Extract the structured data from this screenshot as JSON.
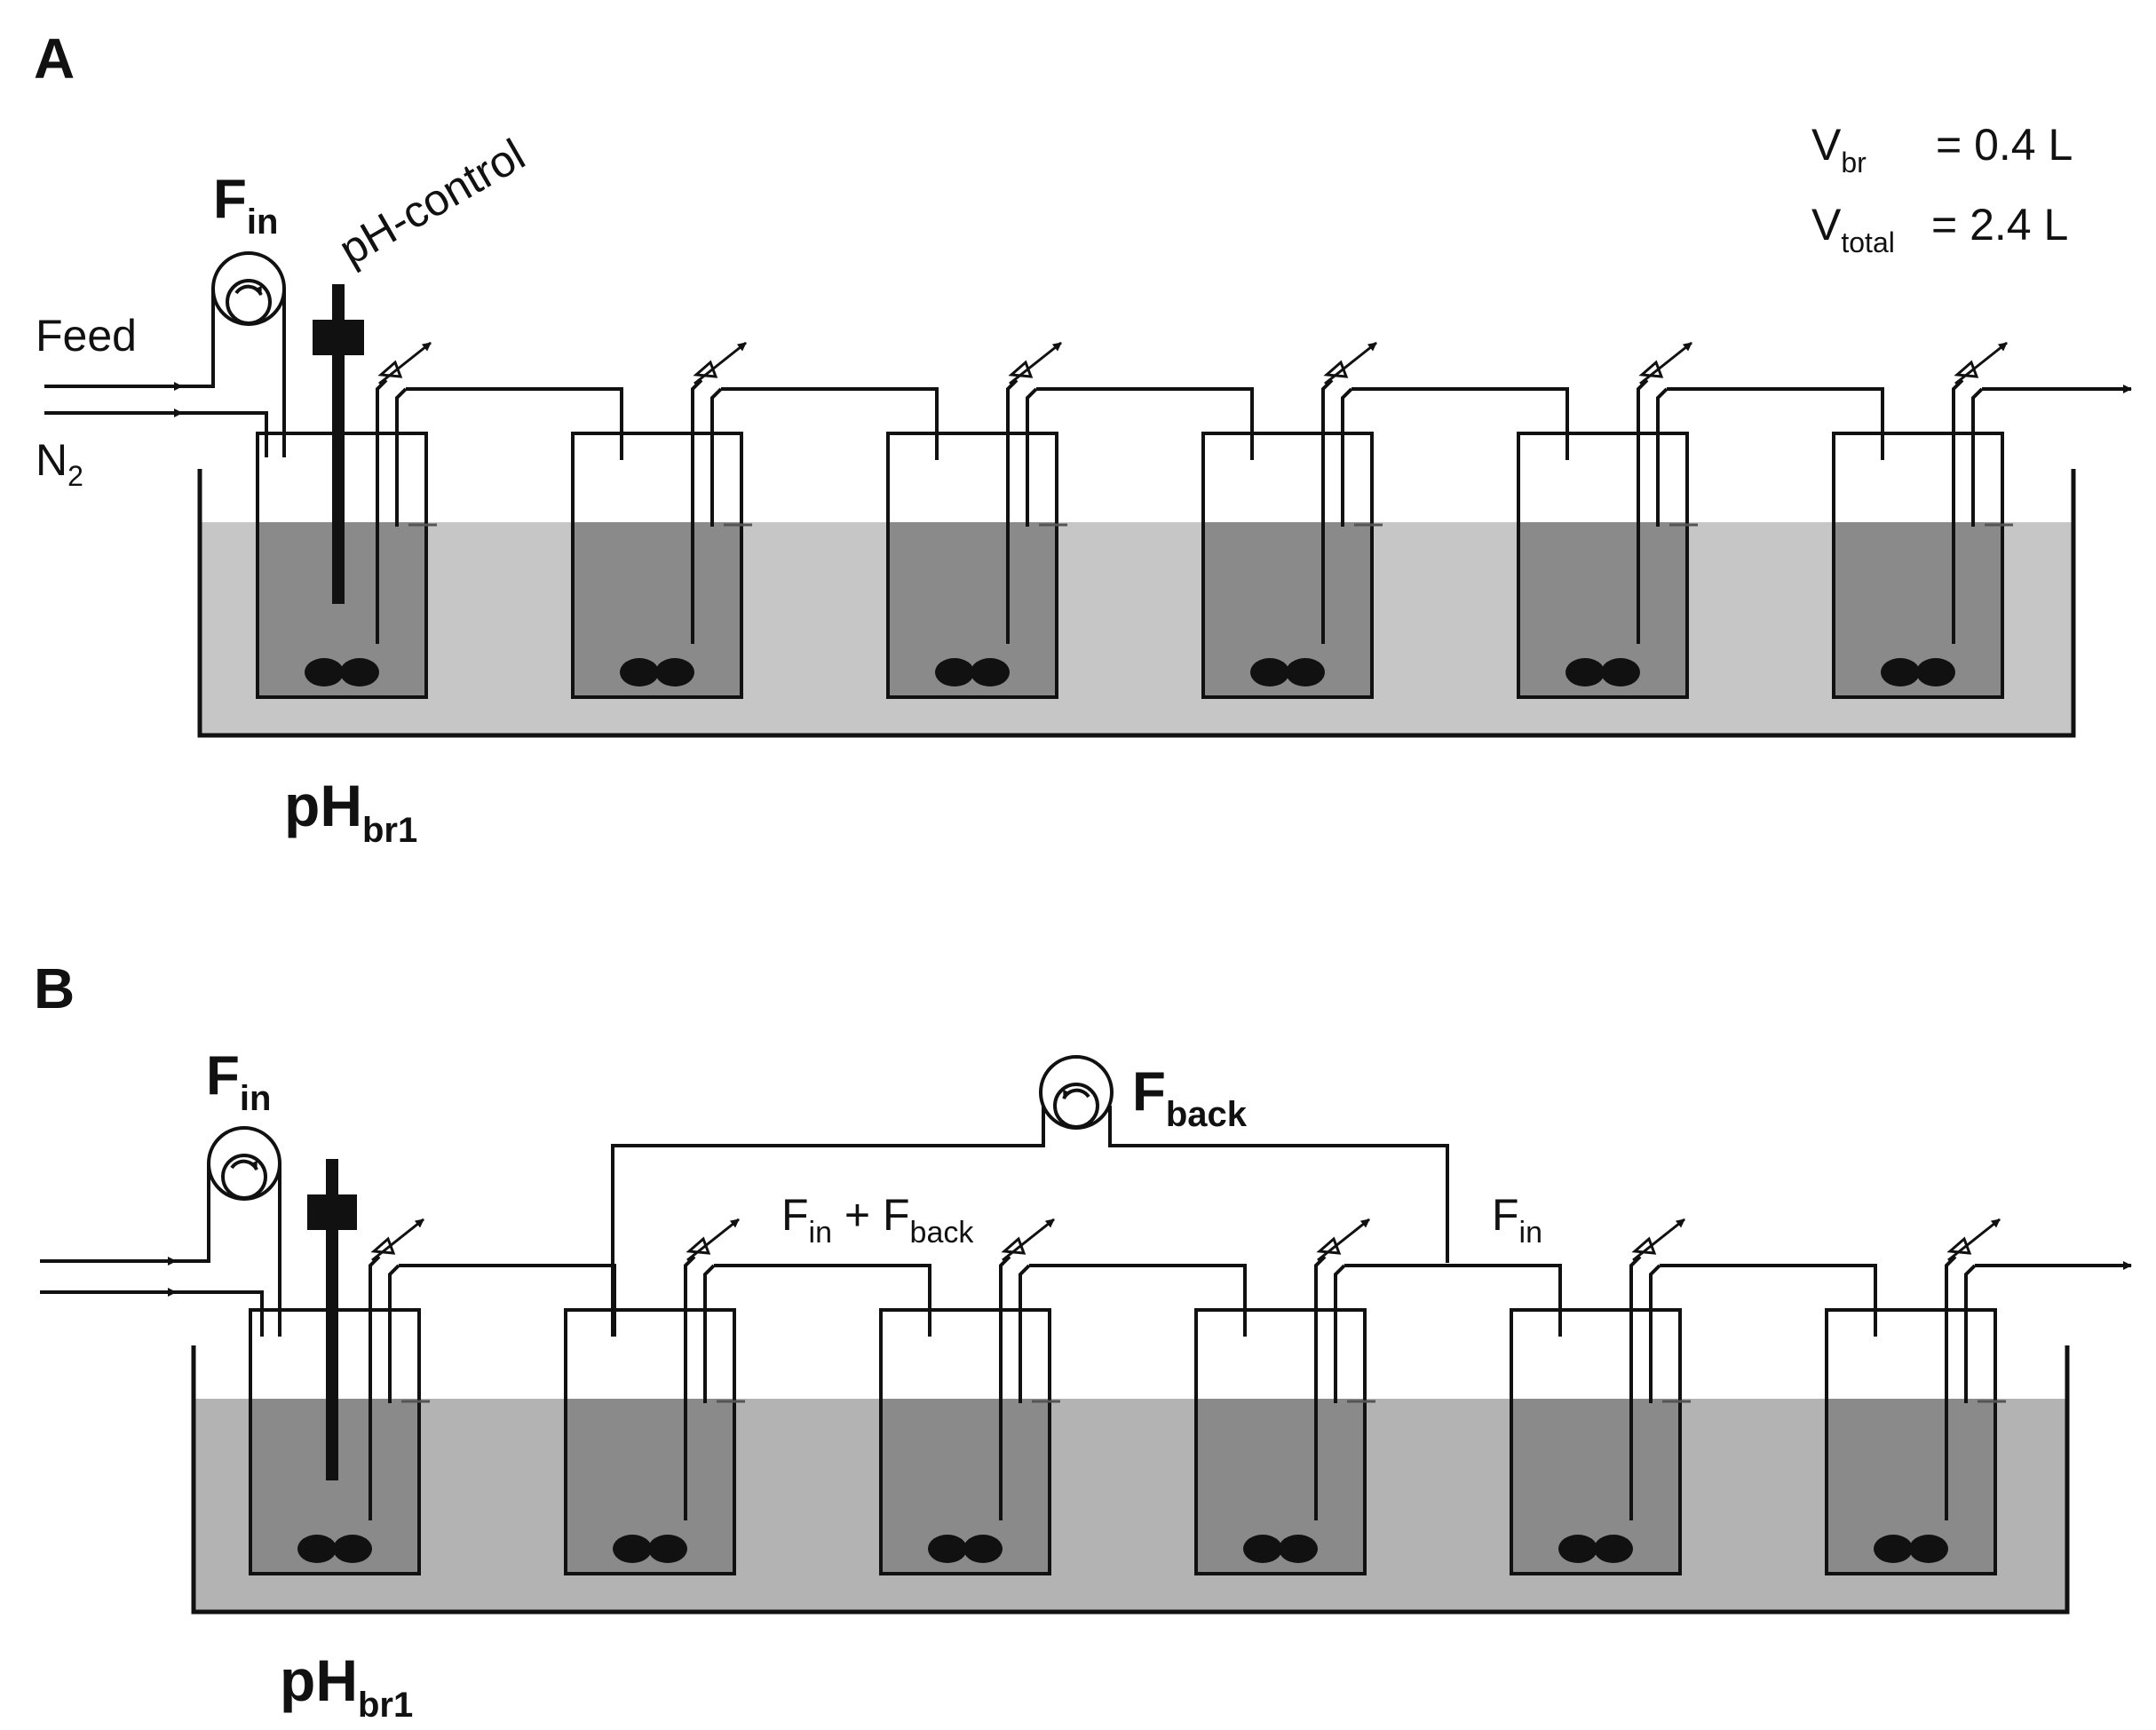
{
  "colors": {
    "line": "#111111",
    "bath_water": "#c6c6c6",
    "bath_water_b": "#b3b3b3",
    "reactor_liquid": "#8a8a8a",
    "stirrer": "#111111"
  },
  "panel_a": {
    "letter": "A",
    "fin_main": "F",
    "fin_sub": "in",
    "ph_control": "pH-control",
    "feed": "Feed",
    "n2_main": "N",
    "n2_sub": "2",
    "vbr_main": "V",
    "vbr_sub": "br",
    "vbr_value": "= 0.4 L",
    "vtotal_main": "V",
    "vtotal_sub": "total",
    "vtotal_value": "= 2.4 L",
    "ph_main": "pH",
    "ph_sub": "br1",
    "reactor_count": 6
  },
  "panel_b": {
    "letter": "B",
    "fin_main": "F",
    "fin_sub": "in",
    "fback_main": "F",
    "fback_sub": "back",
    "sum_f1": "F",
    "sum_sub1": "in",
    "sum_plus": " + F",
    "sum_sub2": "back",
    "fin2_main": "F",
    "fin2_sub": "in",
    "ph_main": "pH",
    "ph_sub": "br1",
    "reactor_count": 6
  }
}
